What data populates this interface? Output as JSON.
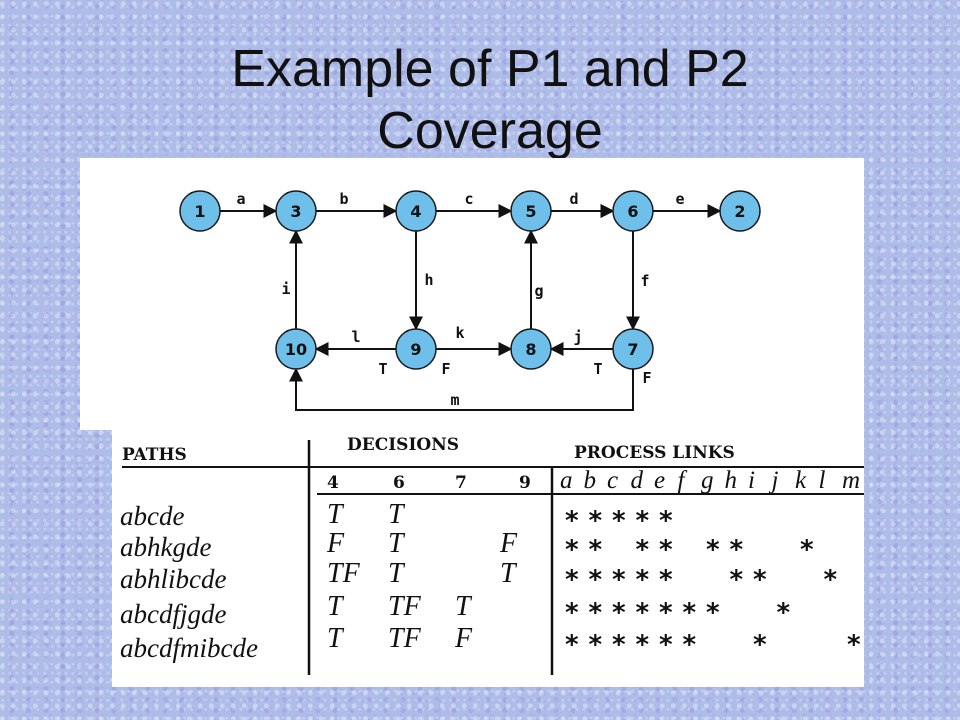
{
  "title": {
    "line1": "Example of P1 and P2",
    "line2": "Coverage"
  },
  "graph": {
    "nodes": [
      "1",
      "3",
      "4",
      "5",
      "6",
      "2",
      "10",
      "9",
      "8",
      "7"
    ],
    "edge_labels": [
      "a",
      "b",
      "c",
      "d",
      "e",
      "f",
      "g",
      "h",
      "i",
      "j",
      "k",
      "l",
      "m"
    ],
    "decision_labels": [
      "T",
      "F",
      "T",
      "F"
    ]
  },
  "table": {
    "headers": {
      "paths": "PATHS",
      "decisions": "DECISIONS",
      "process_links": "PROCESS LINKS"
    },
    "decision_columns": [
      "4",
      "6",
      "7",
      "9"
    ],
    "link_letters": [
      "a",
      "b",
      "c",
      "d",
      "e",
      "f",
      "g",
      "h",
      "i",
      "j",
      "k",
      "l",
      "m"
    ],
    "rows": [
      {
        "path": "abcde",
        "decisions": [
          "T",
          "T",
          "",
          ""
        ],
        "links": [
          "a",
          "b",
          "c",
          "d",
          "e"
        ]
      },
      {
        "path": "abhkgde",
        "decisions": [
          "F",
          "T",
          "",
          "F"
        ],
        "links": [
          "a",
          "b",
          "d",
          "e",
          "g",
          "h",
          "k"
        ]
      },
      {
        "path": "abhlibcde",
        "decisions": [
          "TF",
          "T",
          "",
          "T"
        ],
        "links": [
          "a",
          "b",
          "c",
          "d",
          "e",
          "h",
          "i",
          "l"
        ]
      },
      {
        "path": "abcdfjgde",
        "decisions": [
          "T",
          "TF",
          "T",
          ""
        ],
        "links": [
          "a",
          "b",
          "c",
          "d",
          "e",
          "f",
          "g",
          "j"
        ]
      },
      {
        "path": "abcdfmibcde",
        "decisions": [
          "T",
          "TF",
          "F",
          ""
        ],
        "links": [
          "a",
          "b",
          "c",
          "d",
          "e",
          "f",
          "i",
          "m"
        ]
      }
    ],
    "star_glyph": "*"
  }
}
